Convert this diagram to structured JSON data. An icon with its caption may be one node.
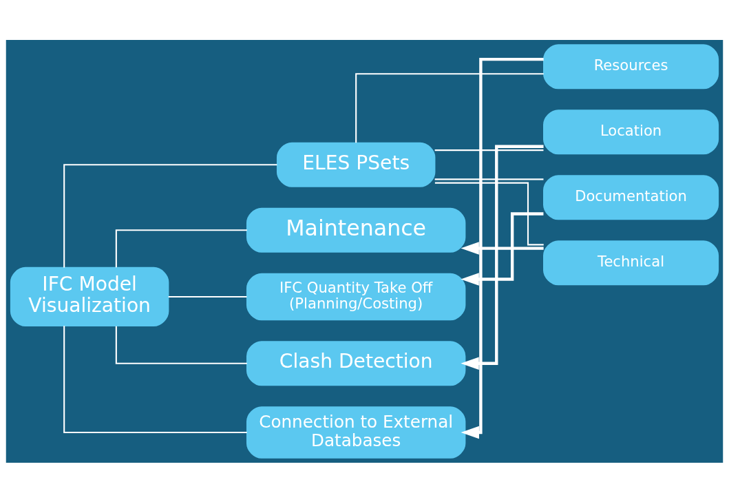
{
  "diagram": {
    "nodes": [
      {
        "text": [
          "IFC Model Visualization"
        ]
      },
      {
        "text": [
          "ELES PSets"
        ]
      },
      {
        "text": [
          "Resources"
        ]
      },
      {
        "text": [
          "Location"
        ]
      },
      {
        "text": [
          "Documentation"
        ]
      },
      {
        "text": [
          "Technical"
        ]
      },
      {
        "text": [
          "Maintenance"
        ]
      },
      {
        "text": [
          "IFC Quantity Take Off (Planning/Costing)"
        ]
      },
      {
        "text": [
          "Clash Detection"
        ]
      },
      {
        "text": [
          "Connection to External Databases"
        ]
      }
    ],
    "edges": [
      {
        "from": 0,
        "to": 1,
        "arrow": "none"
      },
      {
        "from": 0,
        "to": 6,
        "arrow": "none"
      },
      {
        "from": 0,
        "to": 7,
        "arrow": "none"
      },
      {
        "from": 0,
        "to": 8,
        "arrow": "none"
      },
      {
        "from": 0,
        "to": 9,
        "arrow": "none"
      },
      {
        "from": 1,
        "to": 2,
        "arrow": "none"
      },
      {
        "from": 1,
        "to": 3,
        "arrow": "none"
      },
      {
        "from": 1,
        "to": 4,
        "arrow": "none"
      },
      {
        "from": 1,
        "to": 5,
        "arrow": "none"
      },
      {
        "from": 2,
        "to": 9,
        "arrow": "to",
        "style": "thick"
      },
      {
        "from": 3,
        "to": 8,
        "arrow": "to",
        "style": "thick"
      },
      {
        "from": 4,
        "to": 7,
        "arrow": "to",
        "style": "thick"
      },
      {
        "from": 5,
        "to": 6,
        "arrow": "to",
        "style": "thick"
      }
    ]
  }
}
